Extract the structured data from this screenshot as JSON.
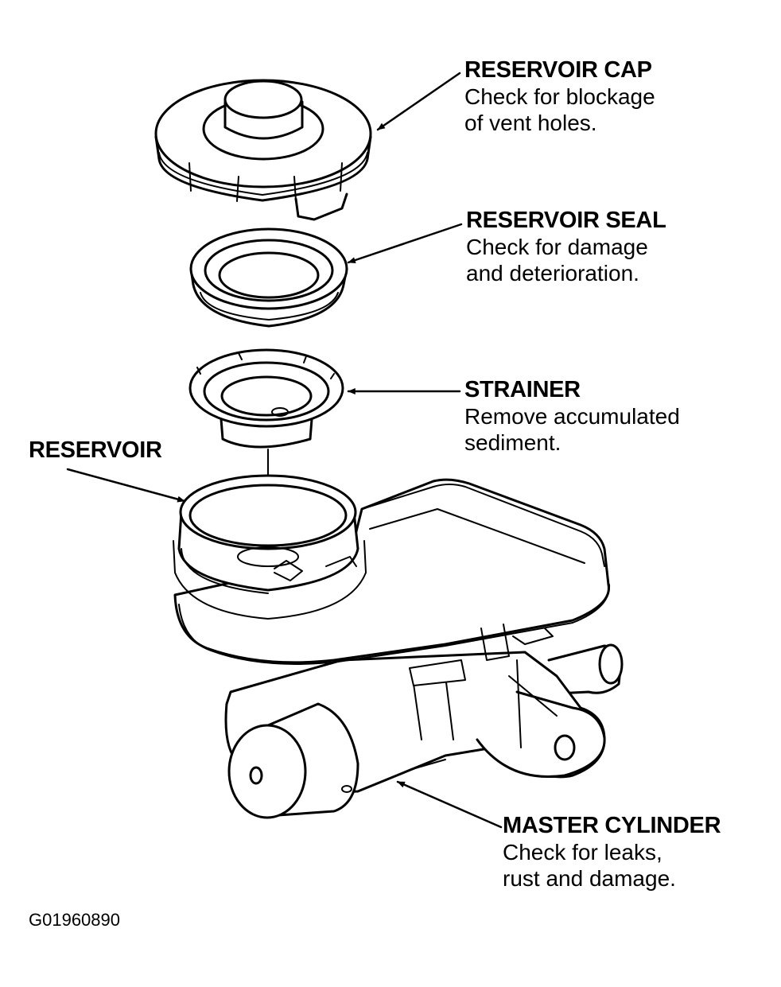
{
  "colors": {
    "ink": "#000000",
    "paper": "#ffffff"
  },
  "labels": {
    "reservoir_cap": {
      "title": "RESERVOIR CAP",
      "lines": [
        "Check for blockage",
        "of vent holes."
      ]
    },
    "reservoir_seal": {
      "title": "RESERVOIR SEAL",
      "lines": [
        "Check for damage",
        "and deterioration."
      ]
    },
    "strainer": {
      "title": "STRAINER",
      "lines": [
        "Remove accumulated",
        "sediment."
      ]
    },
    "reservoir": {
      "title": "RESERVOIR"
    },
    "master_cylinder": {
      "title": "MASTER CYLINDER",
      "lines": [
        "Check for leaks,",
        "rust and damage."
      ]
    }
  },
  "figure_code": "G01960890"
}
